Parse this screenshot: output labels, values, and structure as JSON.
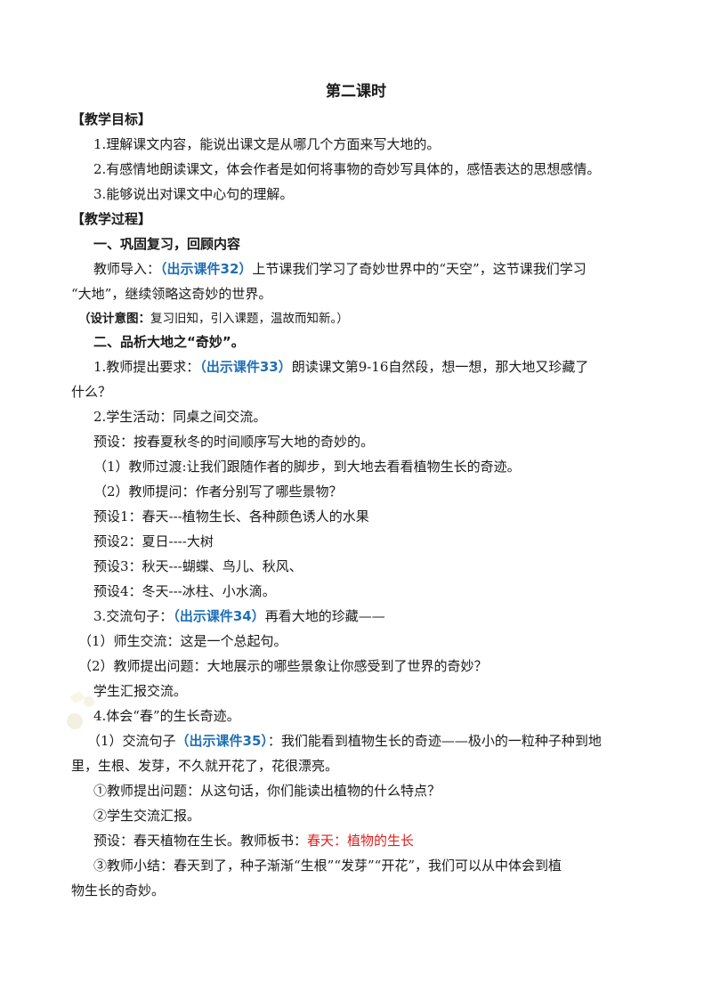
{
  "title": "第二课时",
  "goals_heading": "【教学目标】",
  "goals": [
    "1.理解课文内容，能说出课文是从哪几个方面来写大地的。",
    "2.有感情地朗读课文，体会作者是如何将事物的奇妙写具体的，感悟表达的思想感情。",
    "3.能够说出对课文中心句的理解。"
  ],
  "process_heading": "【教学过程】",
  "section1": {
    "heading": "一、巩固复习，回顾内容",
    "intro_prefix": "教师导入：",
    "intro_courseware": "（出示课件32）",
    "intro_text1": "上节课我们学习了奇妙世界中的“天空”，这节课我们学习",
    "intro_text2": "“大地”，继续领略这奇妙的世界。",
    "design_label": "（设计意图：",
    "design_text": "复习旧知，引入课题，温故而知新。）"
  },
  "section2": {
    "heading": "二、品析大地之“奇妙”。",
    "item1_prefix": "1.教师提出要求：",
    "item1_courseware": "（出示课件33）",
    "item1_text1": "朗读课文第9-16自然段，想一想，那大地又珍藏了",
    "item1_text2": "什么？",
    "item2": "2.学生活动：同桌之间交流。",
    "preset_main": "预设：按春夏秋冬的时间顺序写大地的奇妙的。",
    "sub1": "（1）教师过渡:让我们跟随作者的脚步，到大地去看看植物生长的奇迹。",
    "sub2": "（2）教师提问：作者分别写了哪些景物？",
    "presets": [
      "预设1：春天---植物生长、各种颜色诱人的水果",
      "预设2：夏日----大树",
      "预设3：秋天---蝴蝶、鸟儿、秋风、",
      "预设4：冬天---冰柱、小水滴。"
    ],
    "item3_prefix": "3.交流句子：",
    "item3_courseware": "（出示课件34）",
    "item3_text": "再看大地的珍藏——",
    "item3_sub1": "（1）师生交流：这是一个总起句。",
    "item3_sub2": "（2）教师提出问题：大地展示的哪些景象让你感受到了世界的奇妙？",
    "report": "学生汇报交流。",
    "item4": "4.体会“春”的生长奇迹。",
    "item4_sub1_prefix": "（1）交流句子",
    "item4_sub1_courseware": "（出示课件35）",
    "item4_sub1_text1": "：我们能看到植物生长的奇迹——极小的一粒种子种到地",
    "item4_sub1_text2": "里，生根、发芽，不久就开花了，花很漂亮。",
    "circ1": "①教师提出问题：从这句话，你们能读出植物的什么特点？",
    "circ2": "②学生交流汇报。",
    "preset_board_prefix": "预设：春天植物在生长。教师板书：",
    "preset_board_red": "春天：植物的生长",
    "circ3_line1": "③教师小结：春天到了，种子渐渐“生根”“发芽”“开花”，我们可以从中体会到植",
    "circ3_line2": "物生长的奇妙。"
  }
}
